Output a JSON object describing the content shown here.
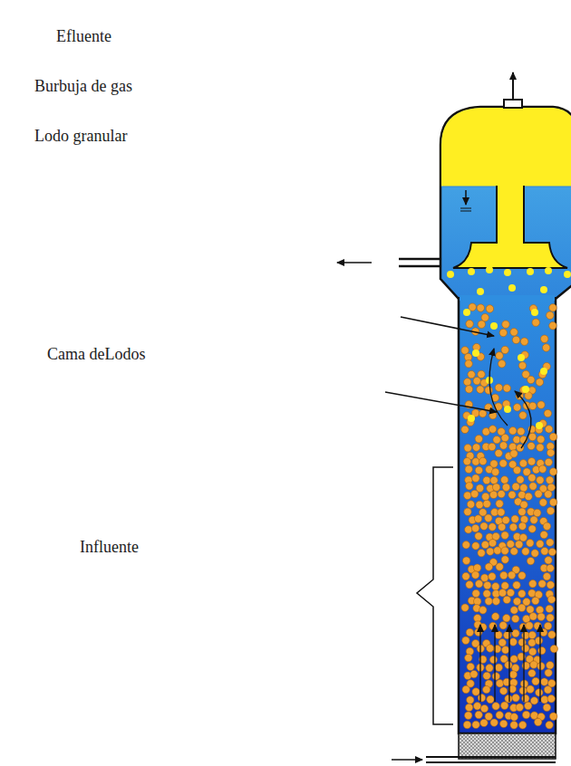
{
  "diagram": {
    "labels": [
      "Efluente",
      "Burbuja de gas",
      "Lodo granular",
      "Cama deLodos",
      "Influente"
    ]
  }
}
